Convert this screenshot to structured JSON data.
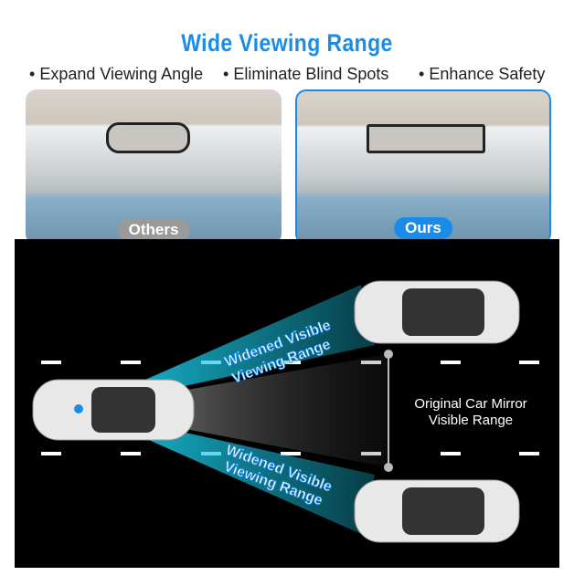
{
  "title": "Wide Viewing Range",
  "bullets": [
    "Expand Viewing Angle",
    "Eliminate Blind Spots",
    "Enhance Safety"
  ],
  "panels": {
    "others_label": "Others",
    "ours_label": "Ours"
  },
  "diagram": {
    "beam_label_line1": "Widened Visible",
    "beam_label_line2": "Viewing Range",
    "range_label_line1": "Original Car Mirror",
    "range_label_line2": "Visible Range"
  },
  "colors": {
    "accent": "#1a8ce8",
    "beam": "#19c8e6",
    "others_badge": "#9a9a9a"
  }
}
